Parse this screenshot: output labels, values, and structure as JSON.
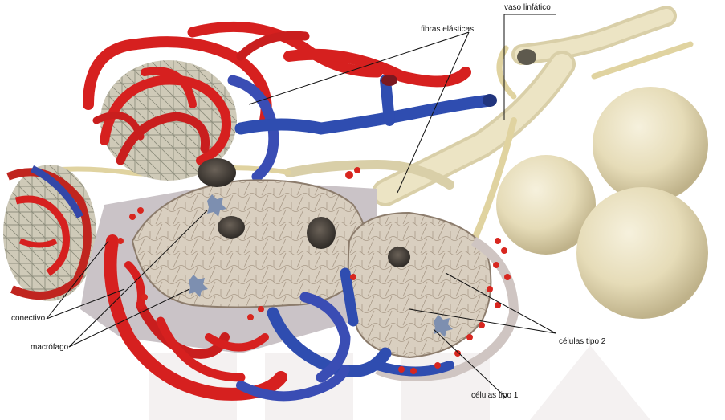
{
  "labels": {
    "fibras_elasticas": "fibras elásticas",
    "vaso_linfatico": "vaso linfático",
    "conectivo": "conectivo",
    "macrofago": "macrófago",
    "celulas_tipo_2": "células tipo 2",
    "celulas_tipo_1": "células tipo 1"
  },
  "colors": {
    "artery_red": "#d6201f",
    "vein_blue": "#2f4db0",
    "lymph_cream": "#e8dfbe",
    "alveolus_tissue": "#d8cdbd",
    "connective_gray": "#c9c2c6",
    "watermark": "#f3f0f0"
  }
}
